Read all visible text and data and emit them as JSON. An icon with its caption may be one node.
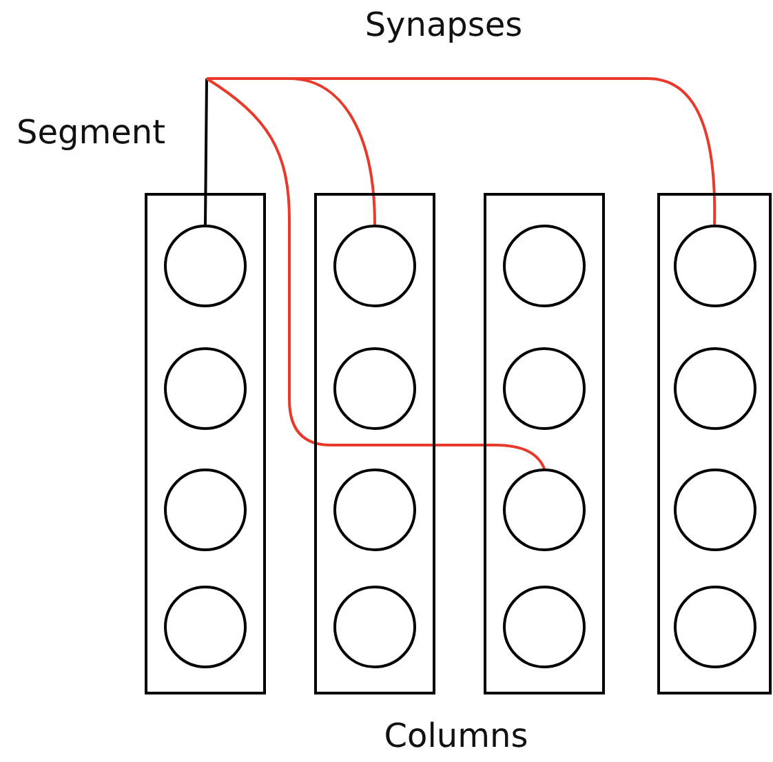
{
  "diagram": {
    "nodes": [
      {
        "text": [],
        "shape": "box"
      },
      {
        "text": [],
        "shape": "circle",
        "in": 0
      },
      {
        "text": [],
        "shape": "circle",
        "in": 0
      },
      {
        "text": [],
        "shape": "circle",
        "in": 0
      },
      {
        "text": [],
        "shape": "circle",
        "in": 0
      },
      {
        "text": [],
        "shape": "box"
      },
      {
        "text": [],
        "shape": "circle",
        "in": 5
      },
      {
        "text": [],
        "shape": "circle",
        "in": 5
      },
      {
        "text": [],
        "shape": "circle",
        "in": 5
      },
      {
        "text": [],
        "shape": "circle",
        "in": 5
      },
      {
        "text": [],
        "shape": "box"
      },
      {
        "text": [],
        "shape": "circle",
        "in": 10
      },
      {
        "text": [],
        "shape": "circle",
        "in": 10
      },
      {
        "text": [],
        "shape": "circle",
        "in": 10
      },
      {
        "text": [],
        "shape": "circle",
        "in": 10
      },
      {
        "text": [],
        "shape": "box"
      },
      {
        "text": [],
        "shape": "circle",
        "in": 15
      },
      {
        "text": [],
        "shape": "circle",
        "in": 15
      },
      {
        "text": [],
        "shape": "circle",
        "in": 15
      },
      {
        "text": [],
        "shape": "circle",
        "in": 15
      }
    ],
    "edges": [
      {
        "from": null,
        "to": 1,
        "arrow": "none",
        "color": "#000000"
      },
      {
        "from": null,
        "to": 6,
        "arrow": "none"
      },
      {
        "from": null,
        "to": 13,
        "arrow": "none"
      },
      {
        "from": null,
        "to": 16,
        "arrow": "none"
      }
    ],
    "labels": [
      "Synapses",
      "Segment",
      "Columns"
    ]
  }
}
